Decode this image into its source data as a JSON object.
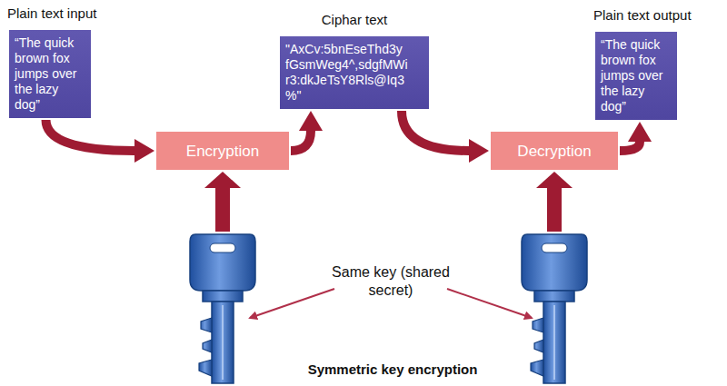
{
  "diagram": {
    "caption": "Symmetric key encryption",
    "nodes": [
      {
        "text": [
          "Plain text input",
          "“The quick brown fox jumps over the lazy dog”"
        ]
      },
      {
        "text": [
          "Encryption"
        ]
      },
      {
        "text": [
          "Ciphar text",
          "\"AxCv:5bnEseThd3y fGsmWeg4^,sdgfMWi r3:dkJeTsY8Rls@Iq3 %\""
        ]
      },
      {
        "text": [
          "Decryption"
        ]
      },
      {
        "text": [
          "Plain text output",
          "“The quick brown fox jumps over the lazy dog”"
        ]
      }
    ],
    "edges": [
      {
        "from": 0,
        "to": 1,
        "arrow": "to"
      },
      {
        "from": 1,
        "to": 2,
        "arrow": "to"
      },
      {
        "from": 2,
        "to": 3,
        "arrow": "to"
      },
      {
        "from": 3,
        "to": 4,
        "arrow": "to"
      }
    ],
    "labels": [
      "Same key (shared secret)"
    ]
  }
}
